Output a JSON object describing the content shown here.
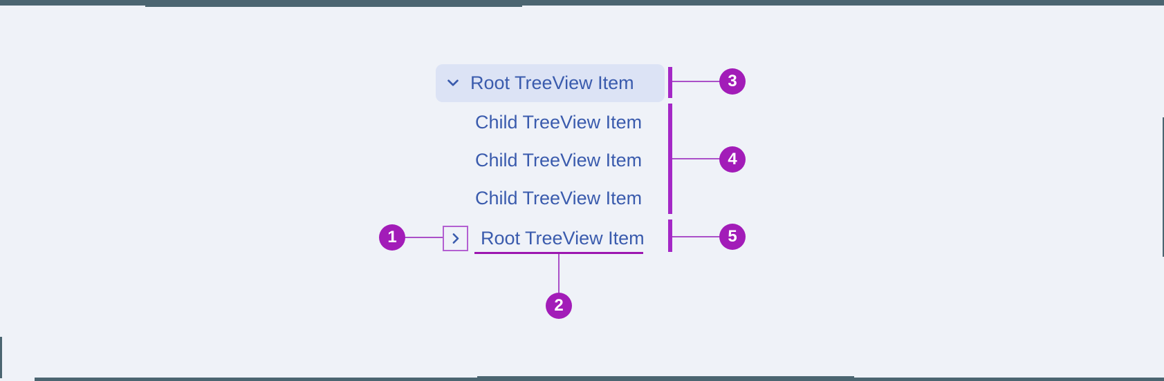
{
  "colors": {
    "background": "#EFF2F8",
    "page_edge_frame": "#4B6571",
    "item_text": "#3A5BAD",
    "selected_item_background": "#DCE3F5",
    "callout_badge_fill": "#A21CB8",
    "callout_bar": "#A428C6",
    "callout_connector_line": "#AA4FC8",
    "expand_box_outline": "#B35FD1",
    "label_underline": "#9C16B0"
  },
  "treeview": {
    "expanded_root": {
      "label": "Root TreeView Item",
      "icon": "chevron-down-icon",
      "state": "expanded, selected"
    },
    "children": [
      {
        "label": "Child TreeView Item"
      },
      {
        "label": "Child TreeView Item"
      },
      {
        "label": "Child TreeView Item"
      }
    ],
    "collapsed_root": {
      "label": "Root TreeView Item",
      "icon": "chevron-right-icon",
      "state": "collapsed"
    }
  },
  "callouts": [
    {
      "number": "1"
    },
    {
      "number": "2"
    },
    {
      "number": "3"
    },
    {
      "number": "4"
    },
    {
      "number": "5"
    }
  ]
}
